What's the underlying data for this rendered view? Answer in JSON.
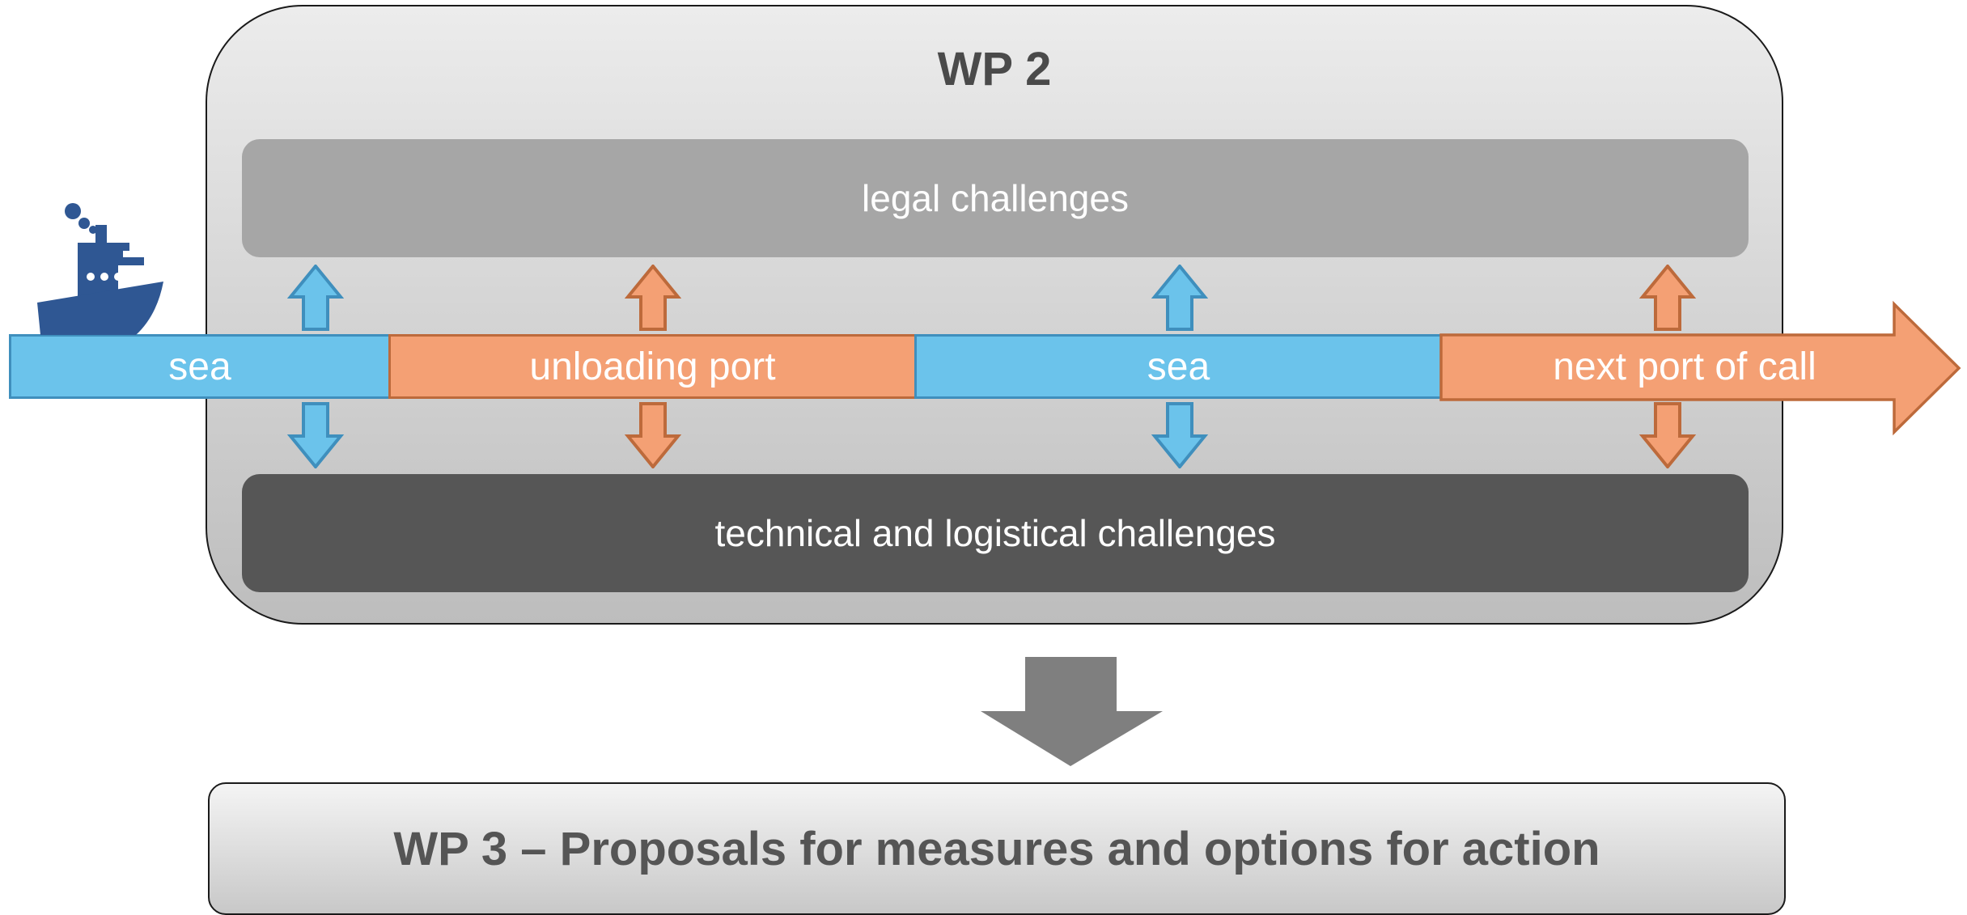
{
  "wp2": {
    "title": "WP 2"
  },
  "challenges": {
    "legal": "legal challenges",
    "technical": "technical and logistical challenges"
  },
  "route": {
    "segments": [
      {
        "label": "sea",
        "kind": "sea"
      },
      {
        "label": "unloading port",
        "kind": "port"
      },
      {
        "label": "sea",
        "kind": "sea"
      }
    ],
    "final": {
      "label": "next port of call",
      "kind": "port"
    }
  },
  "wp3": {
    "label": "WP 3 – Proposals for measures and options for action"
  },
  "colors": {
    "sea": "#6bc3eb",
    "sea_border": "#3f8fbd",
    "port": "#f4a074",
    "port_border": "#bd6a3b",
    "legal_bar": "#a6a6a6",
    "technical_bar": "#565656",
    "flow_arrow": "#7f7f7f",
    "ship": "#2f5793"
  },
  "icons": {
    "vessel": "ship-icon",
    "flow": "down-arrow-icon"
  }
}
